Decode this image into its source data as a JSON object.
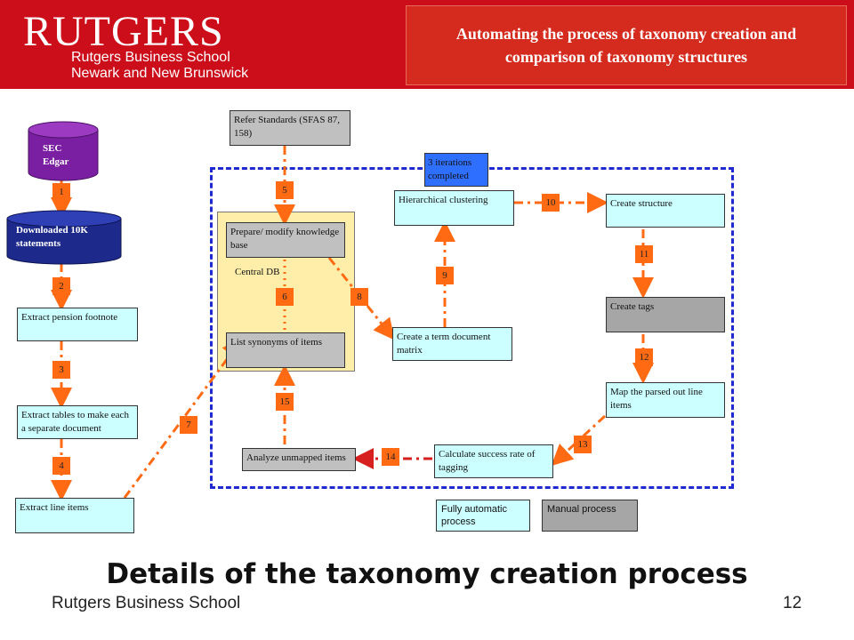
{
  "header": {
    "logo_main": "RUTGERS",
    "logo_line1": "Rutgers Business School",
    "logo_line2": "Newark and New Brunswick",
    "title": "Automating the process of taxonomy creation and comparison of taxonomy structures",
    "bg_color": "#cc0e1a"
  },
  "diagram": {
    "sources": {
      "sec_edgar": "SEC Edgar",
      "downloaded": "Downloaded 10K statements"
    },
    "nodes": {
      "extract_pension": "Extract pension footnote",
      "extract_tables": "Extract tables to make each a separate document",
      "extract_line_items": "Extract line items",
      "refer_standards": "Refer Standards (SFAS 87, 158)",
      "prepare_kb": "Prepare/ modify knowledge base",
      "central_db": "Central DB",
      "list_synonyms": "List synonyms of items",
      "analyze_unmapped": "Analyze unmapped items",
      "hierarchical_clustering": "Hierarchical clustering",
      "iterations": "3 iterations completed",
      "term_doc_matrix": "Create a term document matrix",
      "create_structure": "Create  structure",
      "create_tags": "Create tags",
      "map_line_items": "Map the parsed out line items",
      "success_rate": "Calculate success rate of tagging"
    },
    "steps": [
      "1",
      "2",
      "3",
      "4",
      "5",
      "6",
      "7",
      "8",
      "9",
      "10",
      "11",
      "12",
      "13",
      "14",
      "15"
    ],
    "legend": {
      "automatic": "Fully automatic process",
      "manual": "Manual process"
    },
    "colors": {
      "automatic": "#ccffff",
      "manual": "#a6a6a6",
      "step": "#ff6a13",
      "region": "#1f2bd1",
      "central_db": "#ffeeaa",
      "source": "#7b1fa2"
    }
  },
  "footer": {
    "title": "Details of the taxonomy creation process",
    "school": "Rutgers Business School",
    "page": "12"
  }
}
